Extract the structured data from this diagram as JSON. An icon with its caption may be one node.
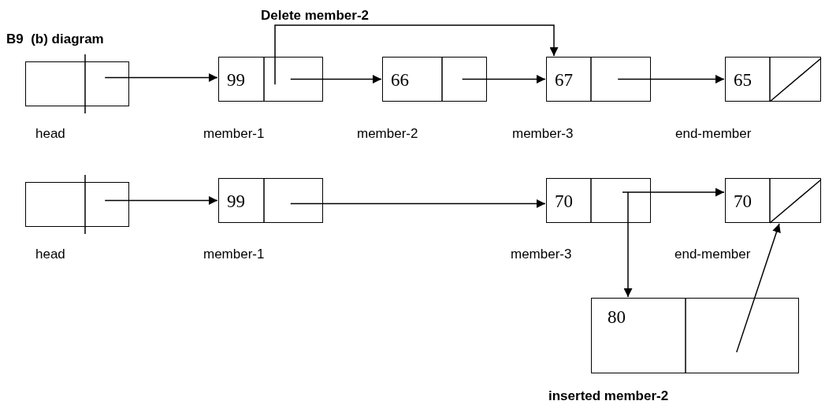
{
  "diagram": {
    "title": "B9  (b) diagram",
    "nodes": [
      {
        "text": [],
        "shape": "box",
        "beside": [
          "head"
        ]
      },
      {
        "text": [
          "99"
        ],
        "beside": [
          "member-1"
        ]
      },
      {
        "text": [
          "66"
        ],
        "beside": [
          "member-2"
        ]
      },
      {
        "text": [
          "67"
        ],
        "beside": [
          "member-3"
        ]
      },
      {
        "text": [
          "65"
        ],
        "beside": [
          "end-member"
        ]
      },
      {
        "text": [],
        "shape": "box",
        "beside": [
          "head"
        ]
      },
      {
        "text": [
          "99"
        ],
        "beside": [
          "member-1"
        ]
      },
      {
        "text": [
          "70"
        ],
        "beside": [
          "member-3"
        ]
      },
      {
        "text": [
          "70"
        ],
        "beside": [
          "end-member"
        ]
      },
      {
        "text": [
          "80"
        ],
        "beside": [
          "inserted member-2"
        ]
      }
    ],
    "edges": [
      {
        "from": 0,
        "to": 1,
        "arrow": "to"
      },
      {
        "from": 1,
        "to": 2,
        "arrow": "to"
      },
      {
        "from": 2,
        "to": 3,
        "arrow": "to"
      },
      {
        "from": 3,
        "to": 4,
        "arrow": "to"
      },
      {
        "from": 1,
        "to": 3,
        "arrow": "to",
        "label": "Delete member-2"
      },
      {
        "from": 5,
        "to": 6,
        "arrow": "to"
      },
      {
        "from": 6,
        "to": 7,
        "arrow": "to"
      },
      {
        "from": 7,
        "to": 8,
        "arrow": "to"
      },
      {
        "from": 7,
        "to": 9,
        "arrow": "to"
      },
      {
        "from": 9,
        "to": 8,
        "arrow": "to"
      }
    ]
  }
}
